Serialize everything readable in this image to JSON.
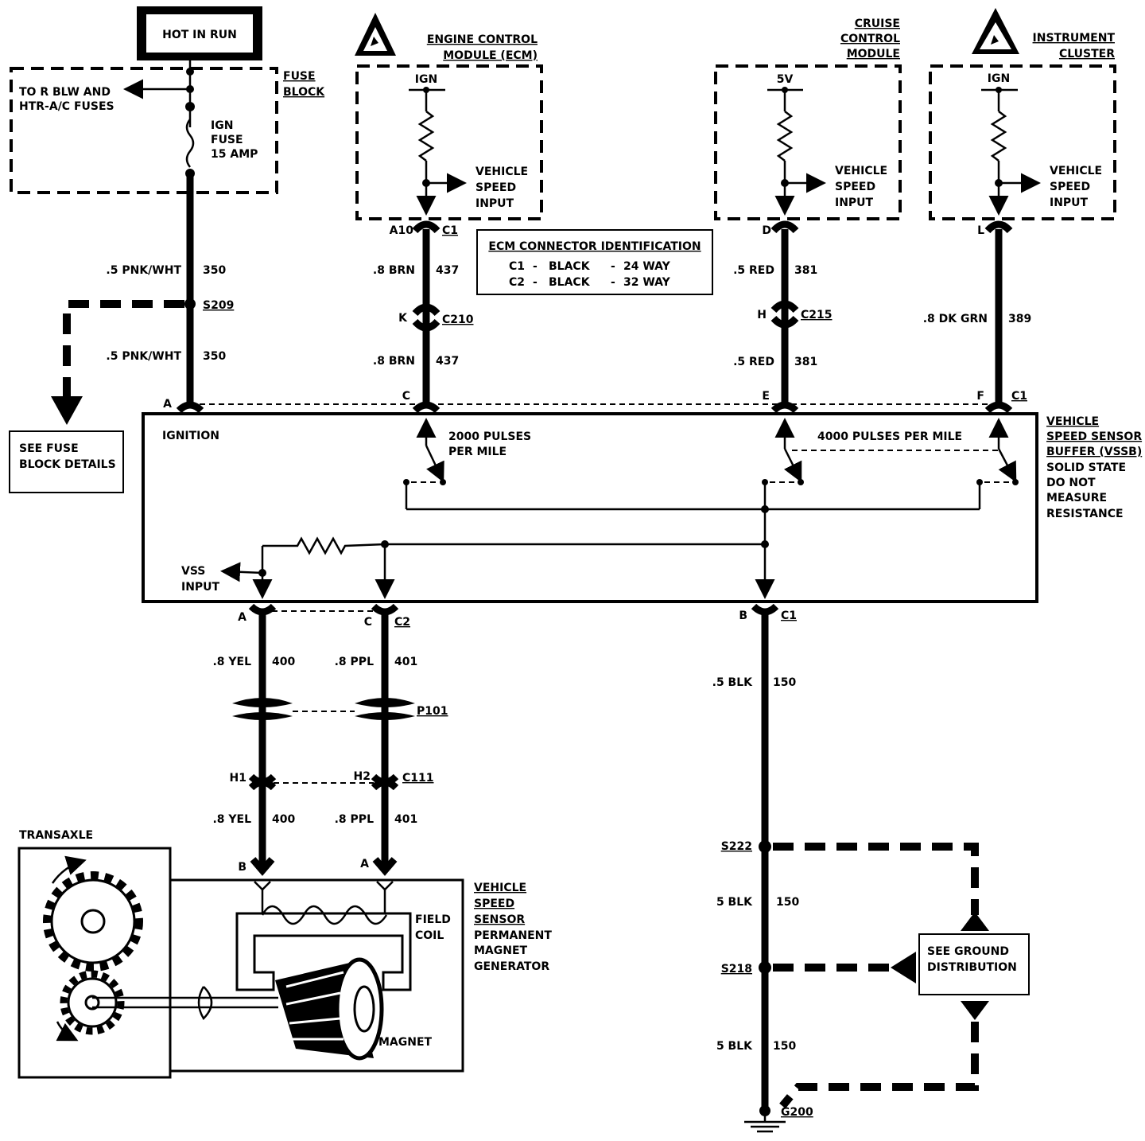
{
  "hot_in_run": "HOT IN RUN",
  "fuse_block": {
    "title_1": "FUSE",
    "title_2": "BLOCK",
    "to_1": "TO R BLW AND",
    "to_2": "HTR-A/C FUSES",
    "fuse_1": "IGN",
    "fuse_2": "FUSE",
    "fuse_3": "15 AMP"
  },
  "ecm": {
    "title_1": "ENGINE CONTROL",
    "title_2": "MODULE (ECM)",
    "supply": "IGN",
    "input_1": "VEHICLE",
    "input_2": "SPEED",
    "input_3": "INPUT",
    "pin": "A10",
    "conn": "C1"
  },
  "ecm_id": {
    "title": "ECM CONNECTOR IDENTIFICATION",
    "rows": [
      {
        "c": "C1",
        "color": "BLACK",
        "way": "24 WAY"
      },
      {
        "c": "C2",
        "color": "BLACK",
        "way": "32 WAY"
      }
    ]
  },
  "cruise": {
    "title_1": "CRUISE",
    "title_2": "CONTROL",
    "title_3": "MODULE",
    "supply": "5V",
    "input_1": "VEHICLE",
    "input_2": "SPEED",
    "input_3": "INPUT",
    "pin": "D"
  },
  "cluster": {
    "title_1": "INSTRUMENT",
    "title_2": "CLUSTER",
    "supply": "IGN",
    "input_1": "VEHICLE",
    "input_2": "SPEED",
    "input_3": "INPUT",
    "pin": "L"
  },
  "wires": {
    "pnk1": ".5 PNK/WHT",
    "pnk1_n": "350",
    "pnk2": ".5 PNK/WHT",
    "pnk2_n": "350",
    "brn1": ".8 BRN",
    "brn1_n": "437",
    "brn2": ".8 BRN",
    "brn2_n": "437",
    "red1": ".5 RED",
    "red1_n": "381",
    "red2": ".5 RED",
    "red2_n": "381",
    "grn": ".8 DK GRN",
    "grn_n": "389",
    "yel1": ".8 YEL",
    "yel1_n": "400",
    "ppl1": ".8 PPL",
    "ppl1_n": "401",
    "yel2": ".8 YEL",
    "yel2_n": "400",
    "ppl2": ".8 PPL",
    "ppl2_n": "401",
    "blk1": ".5 BLK",
    "blk1_n": "150",
    "blk2": "5 BLK",
    "blk2_n": "150",
    "blk3": "5 BLK",
    "blk3_n": "150"
  },
  "splices": {
    "s209": "S209",
    "c210_pin": "K",
    "c210": "C210",
    "c215_pin": "H",
    "c215": "C215",
    "s222": "S222",
    "s218": "S218",
    "g200": "G200",
    "p101": "P101",
    "c111_h1": "H1",
    "c111_h2": "H2",
    "c111": "C111"
  },
  "see_fuse": {
    "l1": "SEE FUSE",
    "l2": "BLOCK DETAILS"
  },
  "see_ground": {
    "l1": "SEE GROUND",
    "l2": "DISTRIBUTION"
  },
  "vssb": {
    "pin_a": "A",
    "pin_c": "C",
    "pin_e": "E",
    "pin_f": "F",
    "pin_f_conn": "C1",
    "ignition": "IGNITION",
    "p2000_1": "2000 PULSES",
    "p2000_2": "PER MILE",
    "p4000": "4000 PULSES PER MILE",
    "vss_1": "VSS",
    "vss_2": "INPUT",
    "bot_a": "A",
    "bot_c": "C",
    "bot_c2": "C2",
    "bot_b": "B",
    "bot_c1": "C1",
    "title_1": "VEHICLE",
    "title_2": "SPEED SENSOR",
    "title_3": "BUFFER (VSSB)",
    "note_1": "SOLID STATE",
    "note_2": "DO NOT",
    "note_3": "MEASURE",
    "note_4": "RESISTANCE"
  },
  "vss": {
    "transaxle": "TRANSAXLE",
    "pin_b": "B",
    "pin_a": "A",
    "field_1": "FIELD",
    "field_2": "COIL",
    "magnet": "MAGNET",
    "title_1": "VEHICLE",
    "title_2": "SPEED",
    "title_3": "SENSOR",
    "title_4": "PERMANENT",
    "title_5": "MAGNET",
    "title_6": "GENERATOR"
  },
  "icons": [
    "esd-warning-icon",
    "ground-icon",
    "gear-icon",
    "fuse-icon",
    "resistor-icon"
  ]
}
